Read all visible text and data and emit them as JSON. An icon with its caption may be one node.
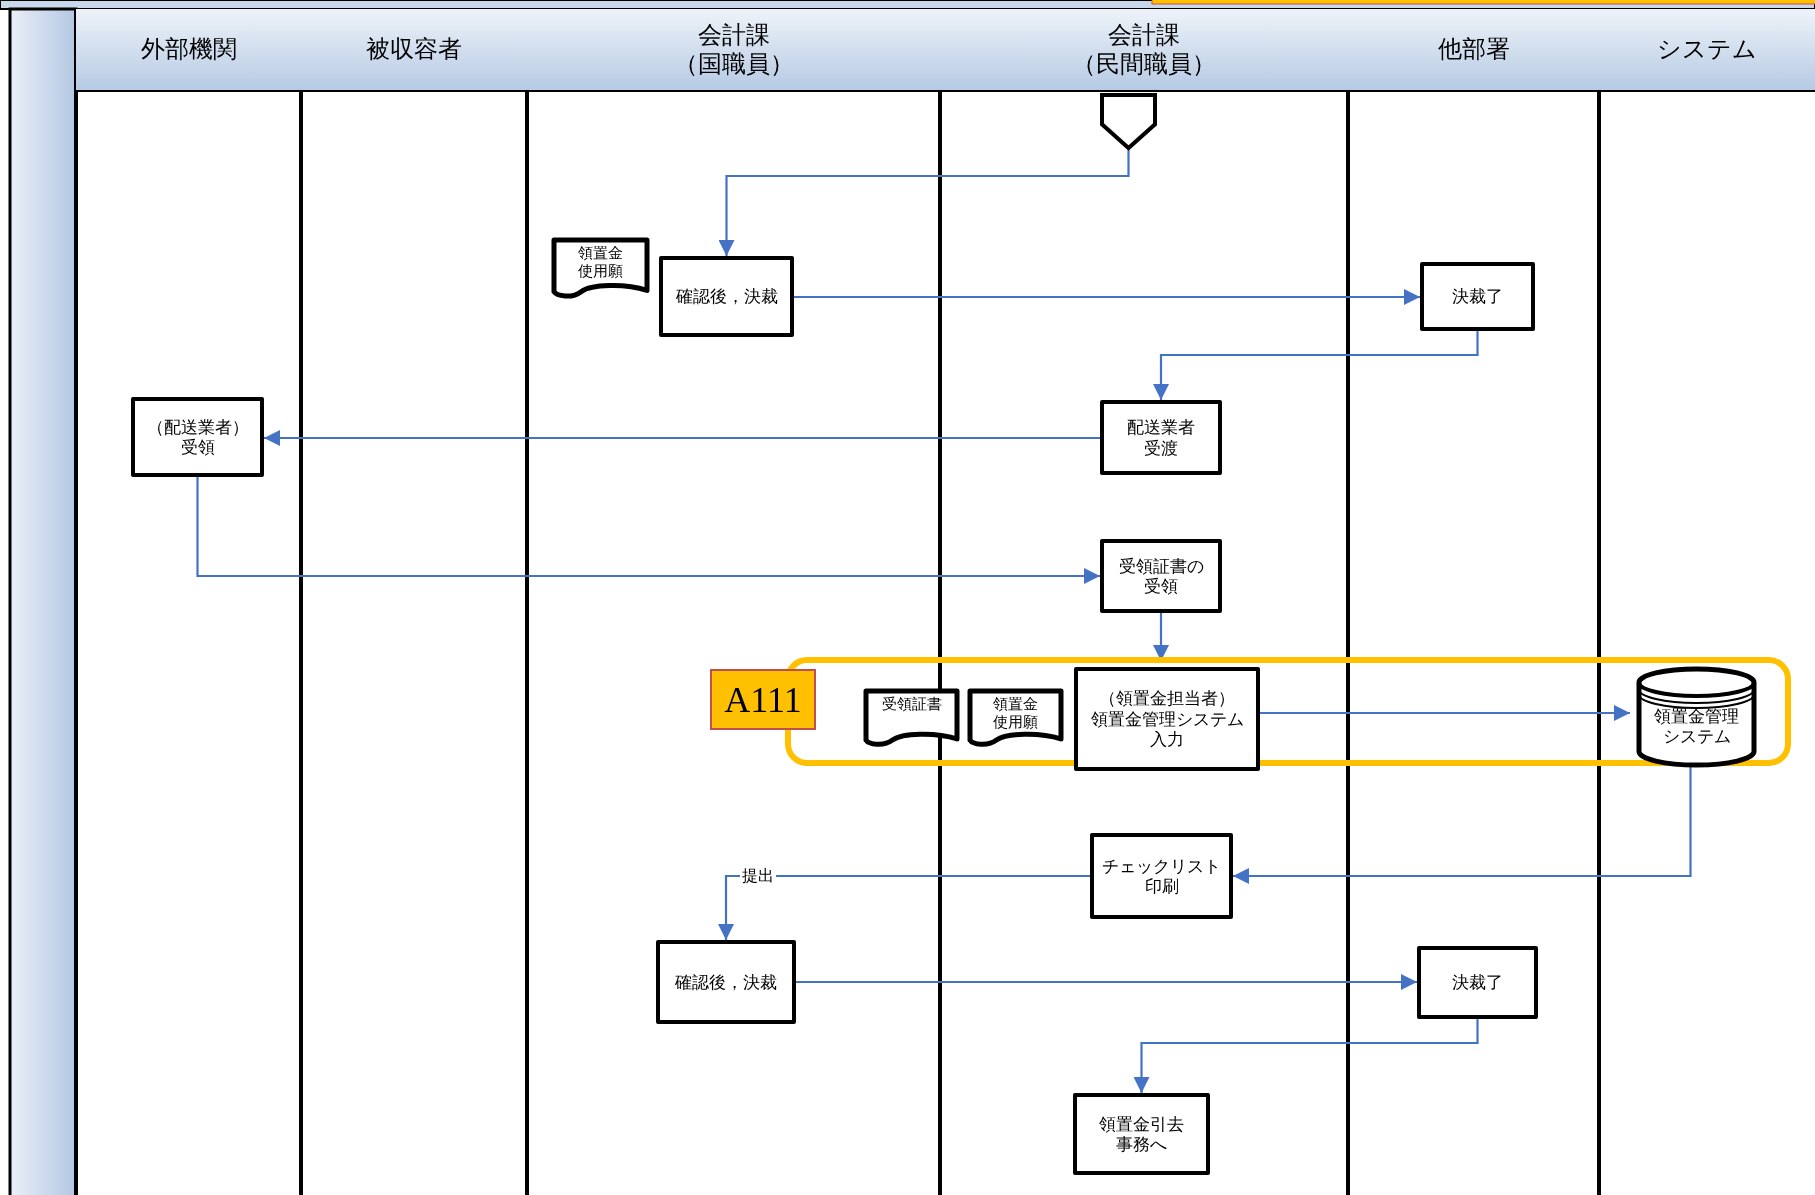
{
  "diagram": {
    "nodes": [
      {
        "text": [
          "外部機関"
        ]
      },
      {
        "text": [
          "被収容者"
        ]
      },
      {
        "text": [
          "会計課（国職員）"
        ]
      },
      {
        "text": [
          "会計課（民間職員）"
        ]
      },
      {
        "text": [
          "他部署"
        ]
      },
      {
        "text": [
          "システム"
        ]
      },
      {
        "text": [],
        "shape": "pentagon"
      },
      {
        "text": [
          "領置金使用願"
        ]
      },
      {
        "text": [
          "確認後，決裁"
        ]
      },
      {
        "text": [
          "決裁了"
        ]
      },
      {
        "text": [
          "（配送業者）受領"
        ]
      },
      {
        "text": [
          "配送業者受渡"
        ]
      },
      {
        "text": [
          "受領証書の受領"
        ]
      },
      {
        "text": [
          "A111"
        ]
      },
      {
        "text": [
          "受領証書"
        ],
        "in": 13
      },
      {
        "text": [
          "領置金使用願"
        ],
        "in": 13
      },
      {
        "text": [
          "（領置金担当者）領置金管理システム入力"
        ],
        "in": 13
      },
      {
        "text": [
          "領置金管理システム"
        ],
        "in": 13
      },
      {
        "text": [
          "チェックリスト印刷"
        ]
      },
      {
        "text": [
          "確認後，決裁"
        ]
      },
      {
        "text": [
          "決裁了"
        ]
      },
      {
        "text": [
          "領置金引去事務へ"
        ]
      }
    ],
    "edges": [
      {
        "from": 6,
        "to": 8,
        "arrow": "to"
      },
      {
        "from": 8,
        "to": 9,
        "arrow": "to"
      },
      {
        "from": 9,
        "to": 11,
        "arrow": "to"
      },
      {
        "from": 11,
        "to": 10,
        "arrow": "to"
      },
      {
        "from": 10,
        "to": 12,
        "arrow": "to"
      },
      {
        "from": 12,
        "to": 16,
        "arrow": "to"
      },
      {
        "from": 16,
        "to": 17,
        "arrow": "to"
      },
      {
        "from": 17,
        "to": 18,
        "arrow": "to"
      },
      {
        "from": 18,
        "to": 19,
        "arrow": "to",
        "label": "提出"
      },
      {
        "from": 19,
        "to": 20,
        "arrow": "to"
      },
      {
        "from": 20,
        "to": 21,
        "arrow": "to"
      }
    ]
  }
}
